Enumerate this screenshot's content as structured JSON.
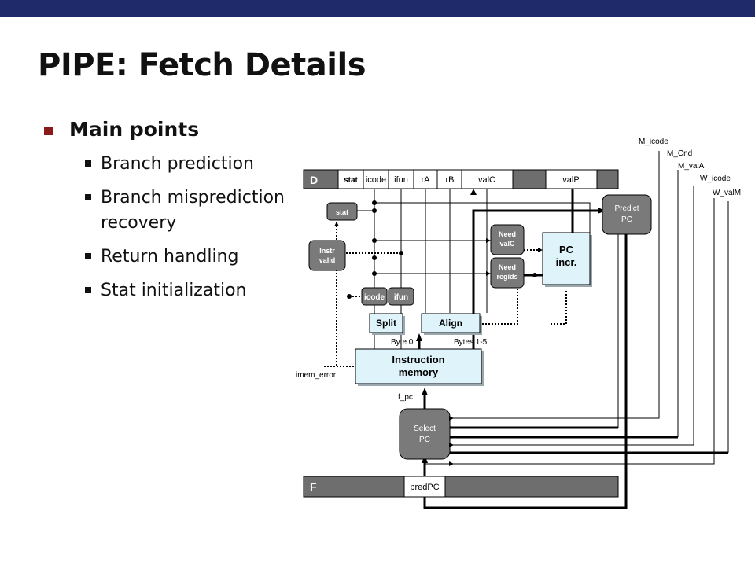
{
  "slide": {
    "title": "PIPE: Fetch Details",
    "main_point": "Main points",
    "sub_points": [
      "Branch prediction",
      "Branch misprediction recovery",
      "Return handling",
      "Stat initialization"
    ]
  },
  "diagram": {
    "d_register": {
      "label": "D",
      "fields": [
        "stat",
        "icode",
        "ifun",
        "rA",
        "rB",
        "valC",
        "valP"
      ]
    },
    "f_register": {
      "label": "F",
      "field": "predPC"
    },
    "blocks": {
      "stat": "stat",
      "instr_valid": [
        "Instr",
        "valid"
      ],
      "icode": "icode",
      "ifun": "ifun",
      "split": "Split",
      "align": "Align",
      "need_valc": [
        "Need",
        "valC"
      ],
      "need_regids": [
        "Need",
        "regids"
      ],
      "pc_incr": [
        "PC",
        "incr."
      ],
      "predict_pc": [
        "Predict",
        "PC"
      ],
      "instruction_memory": [
        "Instruction",
        "memory"
      ],
      "select_pc": [
        "Select",
        "PC"
      ]
    },
    "signals": {
      "byte0": "Byte 0",
      "bytes15": "Bytes 1-5",
      "imem_error": "imem_error",
      "f_pc": "f_pc",
      "m_icode": "M_icode",
      "m_cnd": "M_Cnd",
      "m_vala": "M_valA",
      "w_icode": "W_icode",
      "w_valm": "W_valM"
    },
    "colors": {
      "header_bar": "#1f2a6b",
      "bullet_square": "#8b1a1a",
      "register_fill": "#6e6e6e",
      "logic_fill": "#7a7a7a",
      "memory_fill": "#dff3fb"
    }
  }
}
